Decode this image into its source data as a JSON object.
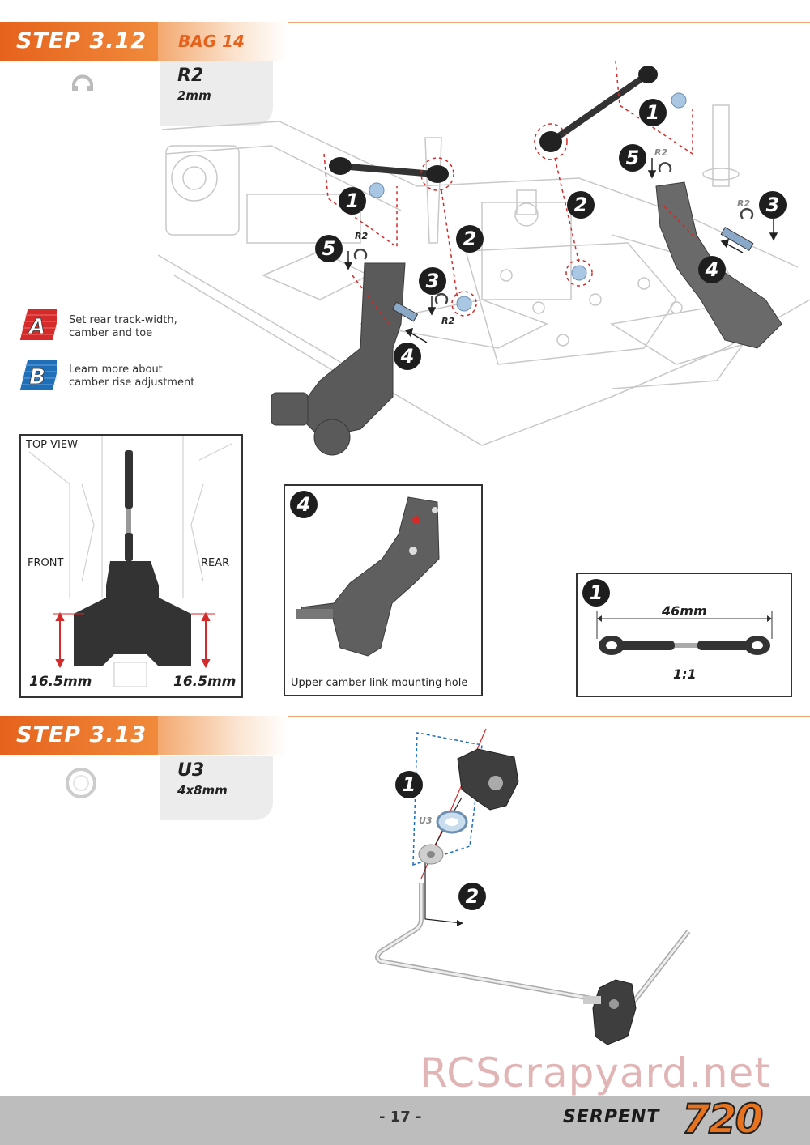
{
  "step1": {
    "title": "STEP 3.12",
    "bag": "BAG 14",
    "part_code": "R2",
    "part_size": "2mm",
    "part_icon": "e-clip-icon"
  },
  "notes": [
    {
      "badge": "A",
      "color": "#d42a2a",
      "text_line1": "Set rear track-width,",
      "text_line2": "camber and toe"
    },
    {
      "badge": "B",
      "color": "#1f6fb8",
      "text_line1": "Learn more about",
      "text_line2": "camber rise adjustment"
    }
  ],
  "callouts": {
    "n1": "1",
    "n2": "2",
    "n3": "3",
    "n4": "4",
    "n5": "5",
    "clip_label": "R2"
  },
  "top_view": {
    "title": "TOP VIEW",
    "front": "FRONT",
    "rear": "REAR",
    "dim_left": "16.5mm",
    "dim_right": "16.5mm"
  },
  "detail4": {
    "badge": "4",
    "caption": "Upper camber link mounting hole"
  },
  "detail1": {
    "badge": "1",
    "length": "46mm",
    "scale": "1:1"
  },
  "step2": {
    "title": "STEP 3.13",
    "part_code": "U3",
    "part_size": "4x8mm",
    "part_icon": "washer-icon",
    "washer_label": "U3"
  },
  "footer": {
    "page": "- 17 -",
    "brand": "SERPENT",
    "model": "720"
  },
  "watermark": "RCScrapyard.net",
  "colors": {
    "accent": "#e6621c",
    "highlight": "#d42a2a",
    "blue": "#1f6fb8"
  }
}
